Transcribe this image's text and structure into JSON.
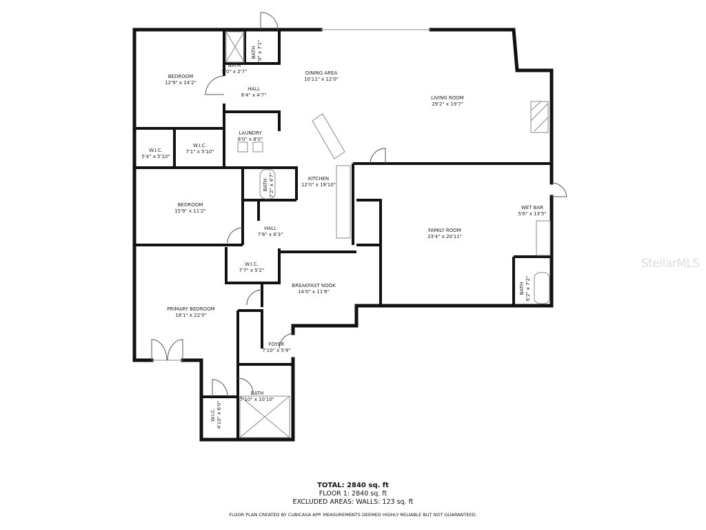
{
  "rooms": [
    {
      "name": "BEDROOM",
      "size": "12'9\" x 14'2\""
    },
    {
      "name": "BATH",
      "size": "5'0\" x 2'7\""
    },
    {
      "name": "BATH",
      "size": "8'0\" x 7'1\""
    },
    {
      "name": "DINING AREA",
      "size": "10'11\" x 12'0\""
    },
    {
      "name": "HALL",
      "size": "8'4\" x 4'7\""
    },
    {
      "name": "LIVING ROOM",
      "size": "29'2\" x 19'7\""
    },
    {
      "name": "LAUNDRY",
      "size": "8'0\" x 8'0\""
    },
    {
      "name": "W.I.C.",
      "size": "5'4\" x 5'10\""
    },
    {
      "name": "W.I.C.",
      "size": "7'1\" x 5'10\""
    },
    {
      "name": "KITCHEN",
      "size": "12'0\" x 19'10\""
    },
    {
      "name": "BATH",
      "size": "7'2\" x 4'7\""
    },
    {
      "name": "BEDROOM",
      "size": "15'9\" x 11'2\""
    },
    {
      "name": "HALL",
      "size": "7'6\" x 6'3\""
    },
    {
      "name": "WET BAR",
      "size": "5'6\" x 13'5\""
    },
    {
      "name": "FAMILY ROOM",
      "size": "23'4\" x 20'11\""
    },
    {
      "name": "W.I.C.",
      "size": "7'7\" x 5'2\""
    },
    {
      "name": "BREAKFAST NOOK",
      "size": "14'0\" x 11'6\""
    },
    {
      "name": "BATH",
      "size": "6'2\" x 7'2\""
    },
    {
      "name": "PRIMARY BEDROOM",
      "size": "18'1\" x 22'0\""
    },
    {
      "name": "FOYER",
      "size": "7'10\" x 5'9\""
    },
    {
      "name": "BATH",
      "size": "7'10\" x 10'10\""
    },
    {
      "name": "W.I.C.",
      "size": "4'10\" x 6'0\""
    }
  ],
  "summary": {
    "total": "TOTAL: 2840 sq. ft",
    "floor": "FLOOR 1: 2840 sq. ft",
    "excluded": "EXCLUDED AREAS: WALLS: 123 sq. ft",
    "disclaimer": "FLOOR PLAN CREATED BY CUBICASA APP. MEASUREMENTS DEEMED HIGHLY RELIABLE BUT NOT GUARANTEED."
  },
  "watermark": "StellarMLS"
}
